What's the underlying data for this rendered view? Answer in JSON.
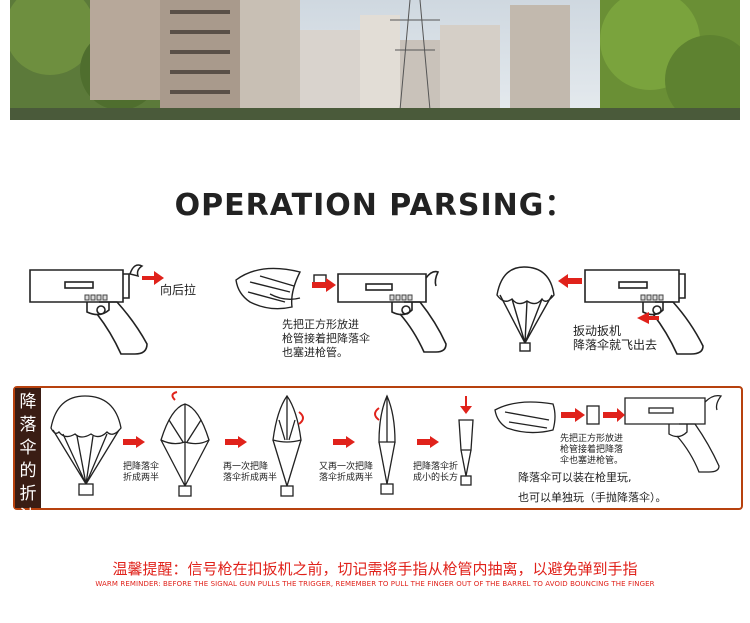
{
  "title": "OPERATION PARSING：",
  "step1": {
    "caption": "向后拉"
  },
  "step2": {
    "caption_lines": [
      "先把正方形放进",
      "枪管接着把降落伞",
      "也塞进枪管。"
    ]
  },
  "step3": {
    "caption_lines": [
      "扳动扳机",
      "降落伞就飞出去"
    ]
  },
  "fold": {
    "side_label": [
      "降",
      "落",
      "伞",
      "的",
      "折",
      "法"
    ],
    "steps": [
      {
        "lines": [
          "把降落伞",
          "折成两半"
        ]
      },
      {
        "lines": [
          "再一次把降",
          "落伞折成两半"
        ]
      },
      {
        "lines": [
          "又再一次把降",
          "落伞折成两半"
        ]
      },
      {
        "lines": [
          "把降落伞折",
          "成小的长方"
        ]
      },
      {
        "lines": [
          "先把正方形放进",
          "枪管接着把降落",
          "伞也塞进枪管。"
        ]
      }
    ],
    "note_lines": [
      "降落伞可以装在枪里玩,",
      "也可以单独玩（手抛降落伞）。"
    ]
  },
  "warning": {
    "cn": "温馨提醒：信号枪在扣扳机之前，切记需将手指从枪管内抽离，以避免弹到手指",
    "en": "WARM REMINDER: BEFORE THE SIGNAL GUN PULLS THE TRIGGER, REMEMBER TO PULL THE FINGER OUT OF THE BARREL TO AVOID BOUNCING THE FINGER"
  },
  "colors": {
    "accent_red": "#e0221b",
    "fold_border": "#b7410e",
    "fold_label_bg": "#3a1d14"
  }
}
